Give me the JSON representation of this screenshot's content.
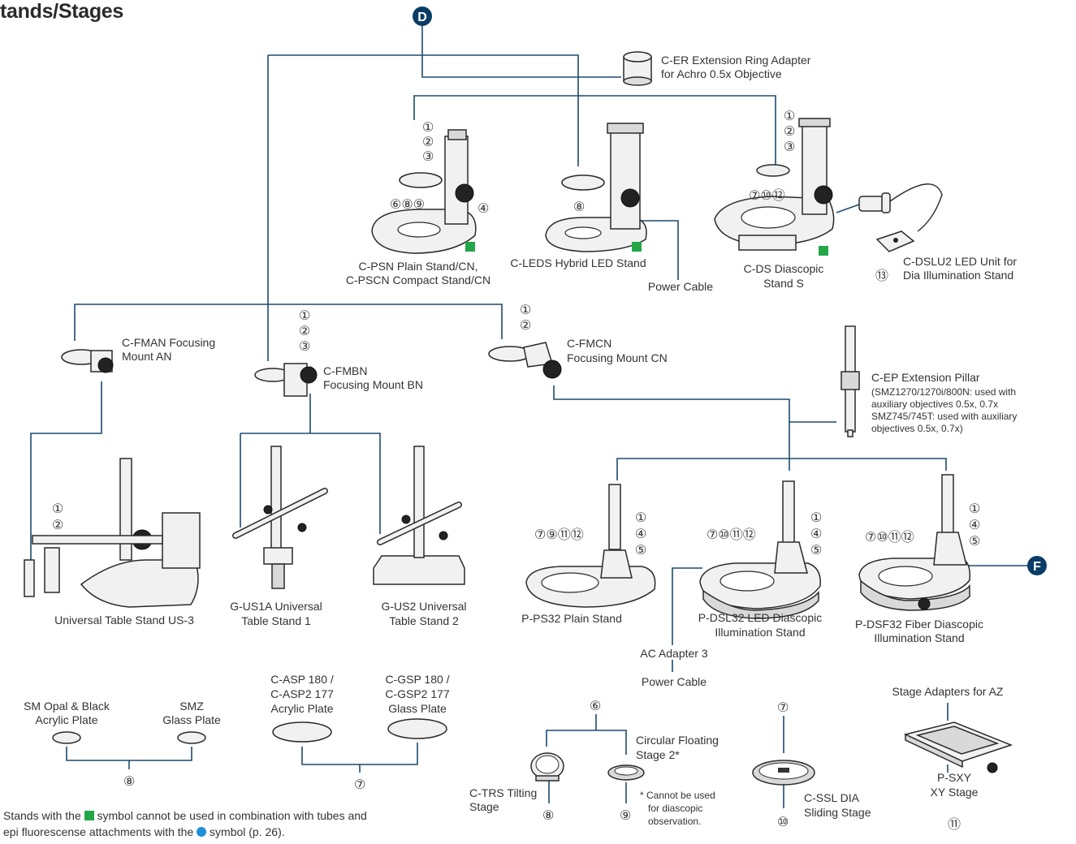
{
  "title": "tands/Stages",
  "markers": {
    "d": "D",
    "f": "F"
  },
  "colors": {
    "connector": "#1d4a6e",
    "marker": "#0a3c66",
    "square": "#22a648",
    "dot": "#1e8fd6"
  },
  "labels": {
    "cer_1": "C-ER Extension Ring Adapter",
    "cer_2": "for Achro 0.5x Objective",
    "cpsn_1": "C-PSN Plain Stand/CN,",
    "cpsn_2": "C-PSCN Compact Stand/CN",
    "cleds": "C-LEDS Hybrid LED Stand",
    "power_cable_top": "Power Cable",
    "cds_1": "C-DS Diascopic",
    "cds_2": "Stand S",
    "cdslu2_1": "C-DSLU2 LED Unit for",
    "cdslu2_2": "Dia Illumination Stand",
    "cfman_1": "C-FMAN Focusing",
    "cfman_2": "Mount AN",
    "cfmbn_1": "C-FMBN",
    "cfmbn_2": "Focusing Mount BN",
    "cfmcn_1": "C-FMCN",
    "cfmcn_2": "Focusing Mount CN",
    "cep_1": "C-EP Extension Pillar",
    "cep_2": "(SMZ1270/1270i/800N: used with",
    "cep_3": "auxiliary objectives 0.5x, 0.7x",
    "cep_4": "SMZ745/745T: used with auxiliary",
    "cep_5": "objectives 0.5x, 0.7x)",
    "us3": "Universal Table Stand US-3",
    "gus1a_1": "G-US1A Universal",
    "gus1a_2": "Table Stand 1",
    "gus2_1": "G-US2 Universal",
    "gus2_2": "Table Stand 2",
    "pps32": "P-PS32 Plain Stand",
    "pdsl32_1": "P-DSL32 LED Diascopic",
    "pdsl32_2": "Illumination Stand",
    "pdsf32_1": "P-DSF32 Fiber Diascopic",
    "pdsf32_2": "Illumination Stand",
    "ac_adapter": "AC Adapter 3",
    "power_cable_bottom": "Power Cable",
    "sm_opal_1": "SM Opal & Black",
    "sm_opal_2": "Acrylic Plate",
    "smz_1": "SMZ",
    "smz_2": "Glass Plate",
    "casp_1": "C-ASP 180 /",
    "casp_2": "C-ASP2 177",
    "casp_3": "Acrylic Plate",
    "cgsp_1": "C-GSP 180 /",
    "cgsp_2": "C-GSP2 177",
    "cgsp_3": "Glass Plate",
    "ctrs_1": "C-TRS Tilting",
    "ctrs_2": "Stage",
    "cfs_1": "Circular Floating",
    "cfs_2": "Stage 2*",
    "note_1": "* Cannot be used",
    "note_2": "for diascopic",
    "note_3": "observation.",
    "cssl_1": "C-SSL DIA",
    "cssl_2": "Sliding Stage",
    "stage_adapters": "Stage Adapters for AZ",
    "psxy_1": "P-SXY",
    "psxy_2": "XY Stage"
  },
  "numbers": {
    "cpsn_a": "①",
    "cpsn_b": "②",
    "cpsn_c": "③",
    "cpsn_d": "⑥⑧⑨",
    "cpsn_e": "④",
    "cleds": "⑧",
    "cds_a": "①",
    "cds_b": "②",
    "cds_c": "③",
    "cds_d": "⑦⑩⑫",
    "cdslu2": "⑬",
    "cfmbn_a": "①",
    "cfmbn_b": "②",
    "cfmbn_c": "③",
    "cfmcn_a": "①",
    "cfmcn_b": "②",
    "us3_a": "①",
    "us3_b": "②",
    "pps32_a": "⑦⑨⑪⑫",
    "pps32_b": "①",
    "pps32_c": "④",
    "pps32_d": "⑤",
    "pdsl32_a": "⑦⑩⑪⑫",
    "pdsl32_b": "①",
    "pdsl32_c": "④",
    "pdsl32_d": "⑤",
    "pdsf32_a": "⑦⑩⑪⑫",
    "pdsf32_b": "①",
    "pdsf32_c": "④",
    "pdsf32_d": "⑤",
    "plates8": "⑧",
    "plates7": "⑦",
    "stage6": "⑥",
    "ctrs": "⑧",
    "cfs": "⑨",
    "cssl_top": "⑦",
    "cssl_bottom": "⑩",
    "psxy": "⑪"
  },
  "footnote": {
    "line1_a": "Stands with the",
    "line1_b": "symbol cannot be used in combination with tubes and",
    "line2_a": "epi fluorescense attachments with the",
    "line2_b": "symbol (p. 26)."
  }
}
